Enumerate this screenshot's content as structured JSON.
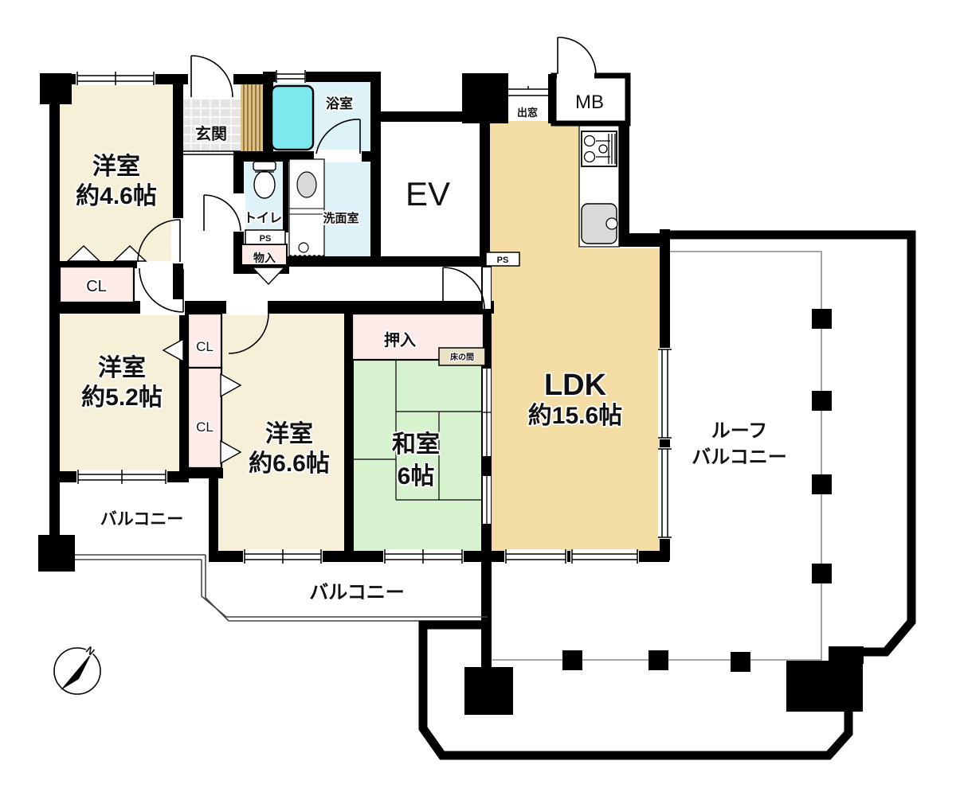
{
  "rooms": {
    "western_4_6": {
      "name": "洋室",
      "size": "約4.6帖"
    },
    "western_5_2": {
      "name": "洋室",
      "size": "約5.2帖"
    },
    "western_6_6": {
      "name": "洋室",
      "size": "約6.6帖"
    },
    "japanese_6": {
      "name": "和室",
      "size": "6帖"
    },
    "ldk": {
      "name": "LDK",
      "size": "約15.6帖"
    }
  },
  "labels": {
    "entrance": "玄関",
    "bathroom": "浴室",
    "toilet": "トイレ",
    "washroom": "洗面室",
    "elevator": "EV",
    "bay_window": "出窓",
    "meter_box": "MB",
    "pipe_space": "PS",
    "storage": "物入",
    "futon_closet": "押入",
    "tokonoma": "床の間",
    "closet": "CL",
    "balcony": "バルコニー",
    "roof_balcony_line1": "ルーフ",
    "roof_balcony_line2": "バルコニー",
    "compass_north": "N"
  },
  "colors": {
    "wall": "#000000",
    "western_room": "#f7f0d8",
    "ldk": "#f4dda4",
    "japanese_room": "#d7f2cf",
    "closet": "#fcebe9",
    "wet_area": "#def3f7",
    "bathtub": "#7de9ef",
    "entrance_tile": "#e5e5e5",
    "shoe_slats": "#e0c080",
    "tokonoma_fill": "#eae2c6",
    "fixture_gray": "#d9d9d9"
  }
}
